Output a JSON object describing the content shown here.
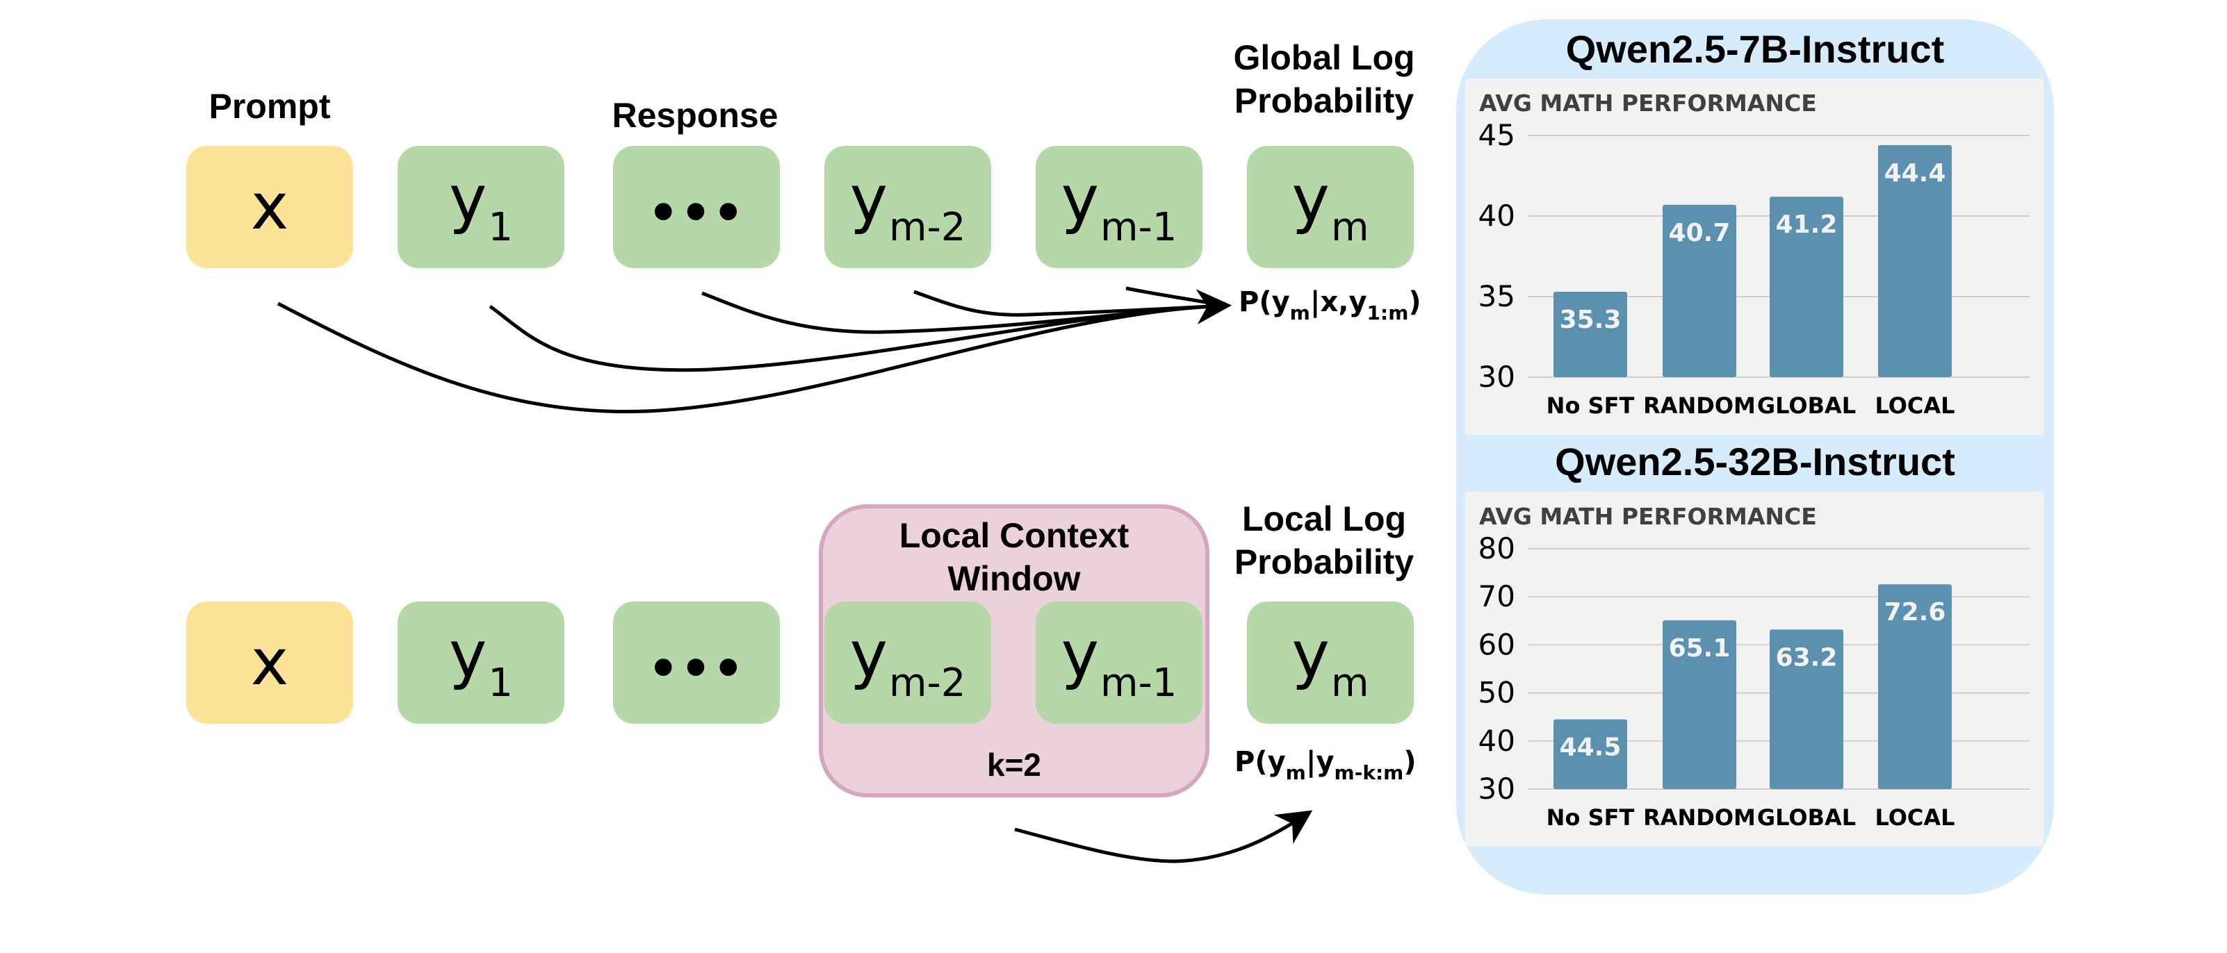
{
  "diagram": {
    "top": {
      "prompt_heading": "Prompt",
      "response_heading": "Response",
      "target_heading": "Global Log Probability",
      "tokens": [
        {
          "type": "prompt",
          "base": "x",
          "sub": ""
        },
        {
          "type": "response",
          "base": "y",
          "sub": "1"
        },
        {
          "type": "ellipsis",
          "base": "•••",
          "sub": ""
        },
        {
          "type": "response",
          "base": "y",
          "sub": "m-2"
        },
        {
          "type": "response",
          "base": "y",
          "sub": "m-1"
        },
        {
          "type": "response",
          "base": "y",
          "sub": "m"
        }
      ],
      "formula": {
        "p": "P(y",
        "s1": "m",
        "mid": "|x,y",
        "s2": "1:m",
        "end": ")"
      }
    },
    "bottom": {
      "window_heading": "Local Context Window",
      "window_k": "k=2",
      "target_heading": "Local Log Probability",
      "tokens": [
        {
          "type": "prompt",
          "base": "x",
          "sub": ""
        },
        {
          "type": "response",
          "base": "y",
          "sub": "1"
        },
        {
          "type": "ellipsis",
          "base": "•••",
          "sub": ""
        },
        {
          "type": "response",
          "base": "y",
          "sub": "m-2"
        },
        {
          "type": "response",
          "base": "y",
          "sub": "m-1"
        },
        {
          "type": "response",
          "base": "y",
          "sub": "m"
        }
      ],
      "formula": {
        "p": "P(y",
        "s1": "m",
        "mid": "|y",
        "s2": "m-k:m",
        "end": ")"
      }
    },
    "colors": {
      "prompt": "#fde398",
      "response": "#b6d7a8",
      "window": "#ead1dc",
      "window_border": "#d5a6bd",
      "panel": "#d6ebfb",
      "bar": "#5b91af"
    }
  },
  "chart_data": [
    {
      "type": "bar",
      "title": "Qwen2.5-7B-Instruct",
      "ylabel": "AVG MATH PERFORMANCE",
      "xlabel": "",
      "categories": [
        "No SFT",
        "RANDOM",
        "GLOBAL",
        "LOCAL"
      ],
      "values": [
        35.3,
        40.7,
        41.2,
        44.4
      ],
      "value_labels": [
        "35.3",
        "40.7",
        "41.2",
        "44.4"
      ],
      "ylim": [
        30,
        45
      ],
      "yticks": [
        30,
        35,
        40,
        45
      ],
      "grid": true
    },
    {
      "type": "bar",
      "title": "Qwen2.5-32B-Instruct",
      "ylabel": "AVG MATH PERFORMANCE",
      "xlabel": "",
      "categories": [
        "No SFT",
        "RANDOM",
        "GLOBAL",
        "LOCAL"
      ],
      "values": [
        44.5,
        65.1,
        63.2,
        72.6
      ],
      "value_labels": [
        "44.5",
        "65.1",
        "63.2",
        "72.6"
      ],
      "ylim": [
        30,
        80
      ],
      "yticks": [
        30,
        40,
        50,
        60,
        70,
        80
      ],
      "grid": true
    }
  ]
}
